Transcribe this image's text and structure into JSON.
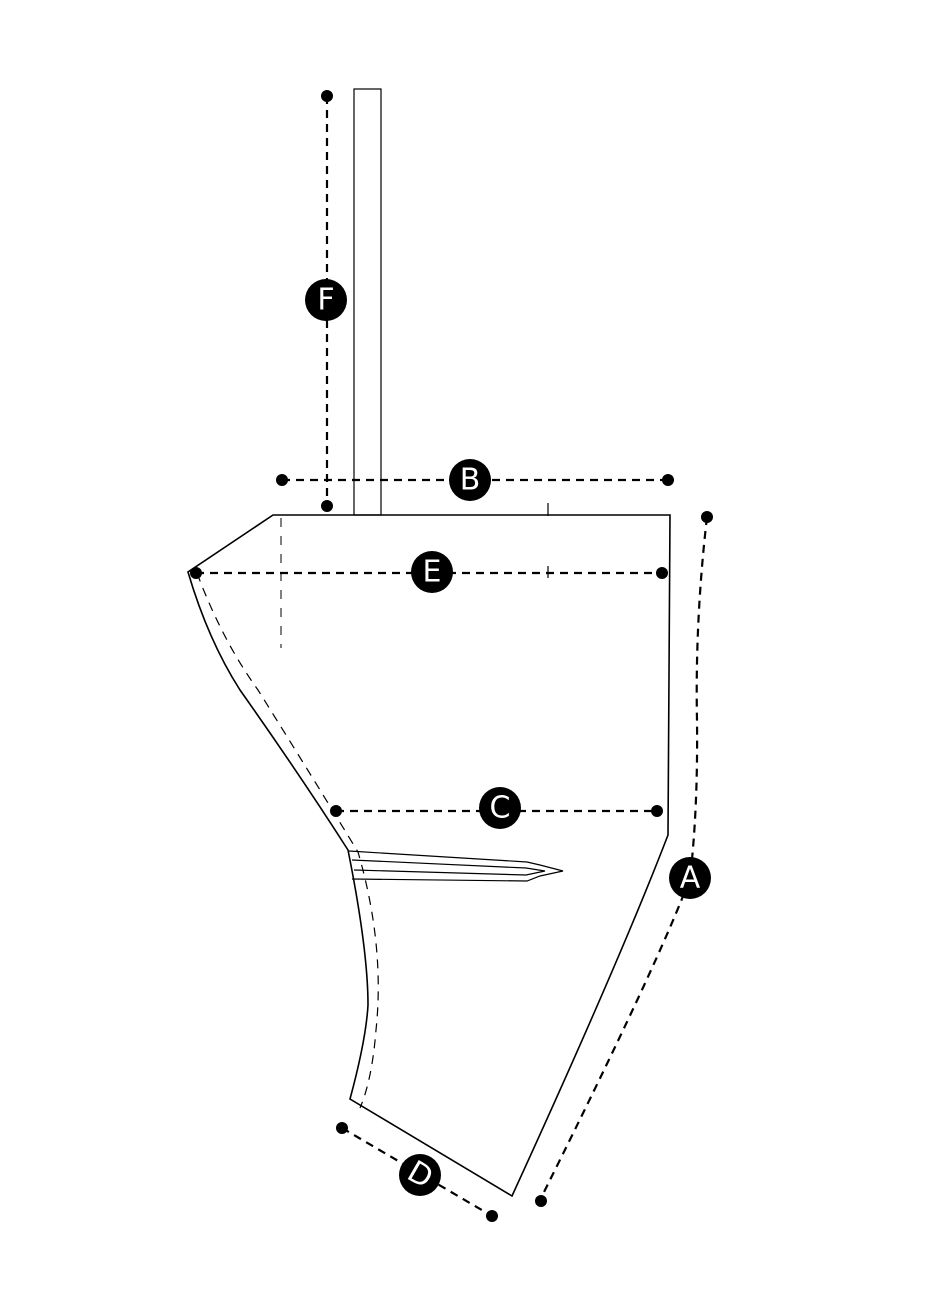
{
  "labels": {
    "A": "A",
    "B": "B",
    "C": "C",
    "D": "D",
    "E": "E",
    "F": "F"
  },
  "colors": {
    "line": "#000000",
    "badge_fill": "#000000",
    "badge_text": "#ffffff",
    "background": "#ffffff"
  }
}
